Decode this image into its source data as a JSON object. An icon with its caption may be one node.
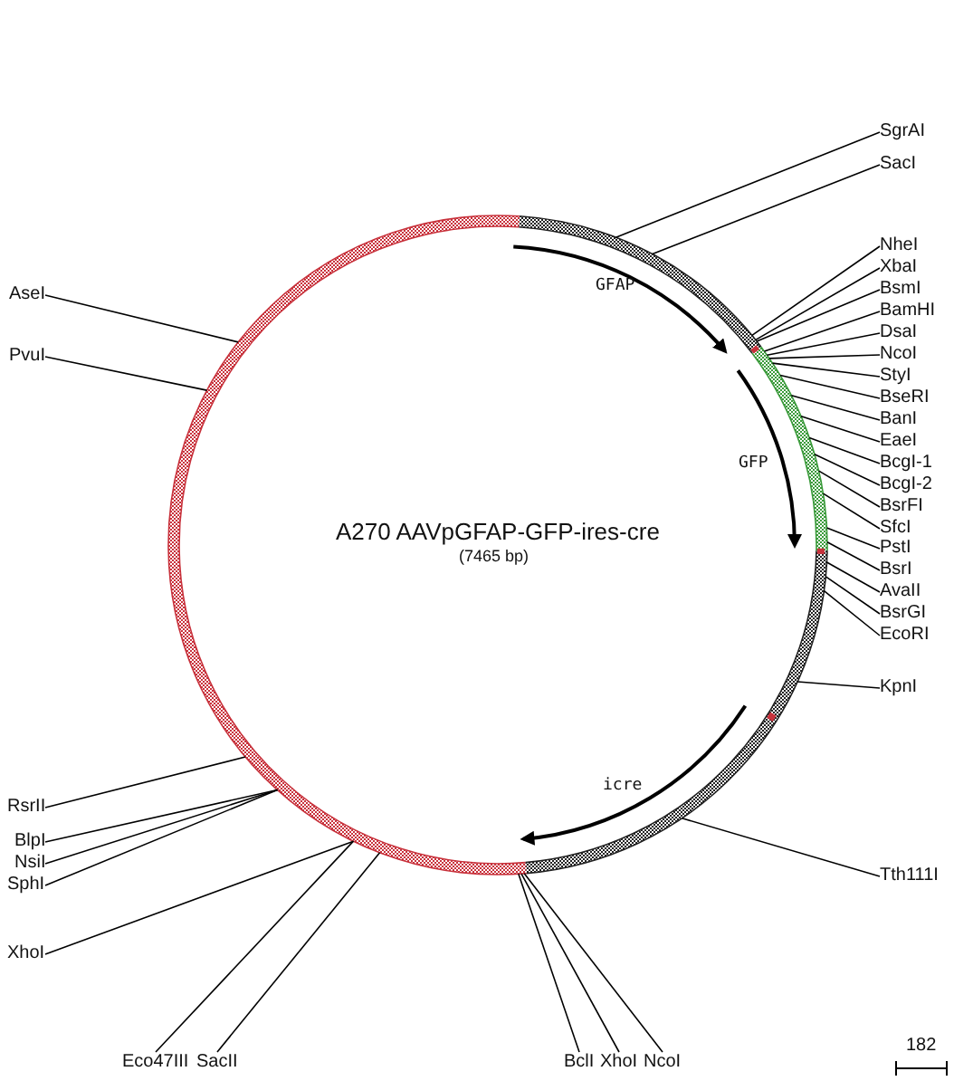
{
  "diagram": {
    "title": "A270 AAVpGFAP-GFP-ires-cre",
    "nodes": [
      {
        "text": [
          "SgrAI"
        ]
      },
      {
        "text": [
          "SacI"
        ]
      },
      {
        "text": [
          "NheI"
        ]
      },
      {
        "text": [
          "XbaI"
        ]
      },
      {
        "text": [
          "BsmI"
        ]
      },
      {
        "text": [
          "BamHI"
        ]
      },
      {
        "text": [
          "DsaI"
        ]
      },
      {
        "text": [
          "NcoI"
        ]
      },
      {
        "text": [
          "StyI"
        ]
      },
      {
        "text": [
          "BseRI"
        ]
      },
      {
        "text": [
          "BanI"
        ]
      },
      {
        "text": [
          "EaeI"
        ]
      },
      {
        "text": [
          "BcgI-1"
        ]
      },
      {
        "text": [
          "BcgI-2"
        ]
      },
      {
        "text": [
          "BsrFI"
        ]
      },
      {
        "text": [
          "SfcI"
        ]
      },
      {
        "text": [
          "PstI"
        ]
      },
      {
        "text": [
          "BsrI"
        ]
      },
      {
        "text": [
          "AvaII"
        ]
      },
      {
        "text": [
          "BsrGI"
        ]
      },
      {
        "text": [
          "EcoRI"
        ]
      },
      {
        "text": [
          "KpnI"
        ]
      },
      {
        "text": [
          "Tth111I"
        ]
      },
      {
        "text": [
          "NcoI"
        ]
      },
      {
        "text": [
          "XhoI"
        ]
      },
      {
        "text": [
          "BclI"
        ]
      },
      {
        "text": [
          "SacII"
        ]
      },
      {
        "text": [
          "Eco47III"
        ]
      },
      {
        "text": [
          "XhoI"
        ]
      },
      {
        "text": [
          "SphI"
        ]
      },
      {
        "text": [
          "NsiI"
        ]
      },
      {
        "text": [
          "BlpI"
        ]
      },
      {
        "text": [
          "RsrII"
        ]
      },
      {
        "text": [
          "PvuI"
        ]
      },
      {
        "text": [
          "AseI"
        ]
      }
    ],
    "edges": [
      {
        "from": 0,
        "to": null,
        "arrow": "none"
      },
      {
        "from": 1,
        "to": null,
        "arrow": "none"
      },
      {
        "from": 2,
        "to": null,
        "arrow": "none"
      },
      {
        "from": 3,
        "to": null,
        "arrow": "none"
      },
      {
        "from": 4,
        "to": null,
        "arrow": "none"
      },
      {
        "from": 5,
        "to": null,
        "arrow": "none"
      },
      {
        "from": 6,
        "to": null,
        "arrow": "none"
      },
      {
        "from": 7,
        "to": null,
        "arrow": "none"
      },
      {
        "from": 8,
        "to": null,
        "arrow": "none"
      },
      {
        "from": 9,
        "to": null,
        "arrow": "none"
      },
      {
        "from": 10,
        "to": null,
        "arrow": "none"
      },
      {
        "from": 11,
        "to": null,
        "arrow": "none"
      },
      {
        "from": 12,
        "to": null,
        "arrow": "none"
      },
      {
        "from": 13,
        "to": null,
        "arrow": "none"
      },
      {
        "from": 14,
        "to": null,
        "arrow": "none"
      },
      {
        "from": 15,
        "to": null,
        "arrow": "none"
      },
      {
        "from": 16,
        "to": null,
        "arrow": "none"
      },
      {
        "from": 17,
        "to": null,
        "arrow": "none"
      },
      {
        "from": 18,
        "to": null,
        "arrow": "none"
      },
      {
        "from": 19,
        "to": null,
        "arrow": "none"
      },
      {
        "from": 20,
        "to": null,
        "arrow": "none"
      },
      {
        "from": 21,
        "to": null,
        "arrow": "none"
      },
      {
        "from": 22,
        "to": null,
        "arrow": "none"
      },
      {
        "from": 23,
        "to": null,
        "arrow": "none"
      },
      {
        "from": 24,
        "to": null,
        "arrow": "none"
      },
      {
        "from": 25,
        "to": null,
        "arrow": "none"
      },
      {
        "from": 26,
        "to": null,
        "arrow": "none"
      },
      {
        "from": 27,
        "to": null,
        "arrow": "none"
      },
      {
        "from": 28,
        "to": null,
        "arrow": "none"
      },
      {
        "from": 29,
        "to": null,
        "arrow": "none"
      },
      {
        "from": 30,
        "to": null,
        "arrow": "none"
      },
      {
        "from": 31,
        "to": null,
        "arrow": "none"
      },
      {
        "from": 32,
        "to": null,
        "arrow": "none"
      },
      {
        "from": 33,
        "to": null,
        "arrow": "none"
      },
      {
        "from": 34,
        "to": null,
        "arrow": "none"
      }
    ],
    "labels": [
      "(7465 bp)",
      "GFAP",
      "GFP",
      "icre",
      "182"
    ]
  }
}
